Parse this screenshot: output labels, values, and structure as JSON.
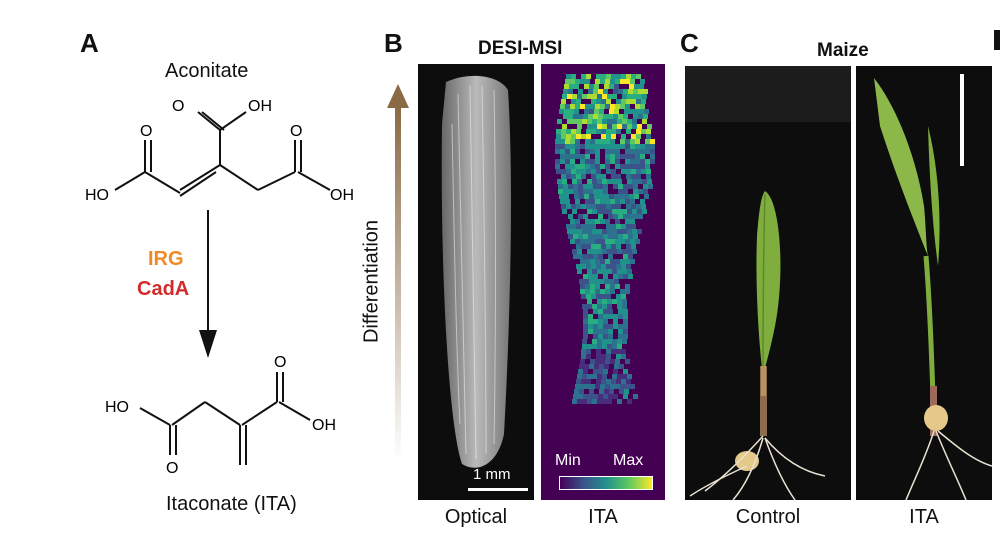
{
  "colors": {
    "irg": "#f08a24",
    "cada": "#d22b2b",
    "arrow_gradient_top": "#8a6a45",
    "arrow_gradient_bottom": "#ffffff",
    "ita_background": "#440154",
    "viridis_high": "#fde725"
  },
  "panel_a": {
    "letter": "A",
    "top_compound": "Aconitate",
    "enzyme_1": "IRG",
    "enzyme_2": "CadA",
    "bottom_compound": "Itaconate (ITA)",
    "atoms": {
      "oxygen": "O",
      "ho": "HO",
      "oh": "OH",
      "o_h": "O    OH"
    }
  },
  "panel_b": {
    "letter": "B",
    "title": "DESI-MSI",
    "axis_label": "Differentiation",
    "scale_bar": "1 mm",
    "colorbar_min": "Min",
    "colorbar_max": "Max",
    "caption_left": "Optical",
    "caption_right": "ITA"
  },
  "panel_c": {
    "letter": "C",
    "title": "Maize",
    "caption_left": "Control",
    "caption_right": "ITA"
  }
}
